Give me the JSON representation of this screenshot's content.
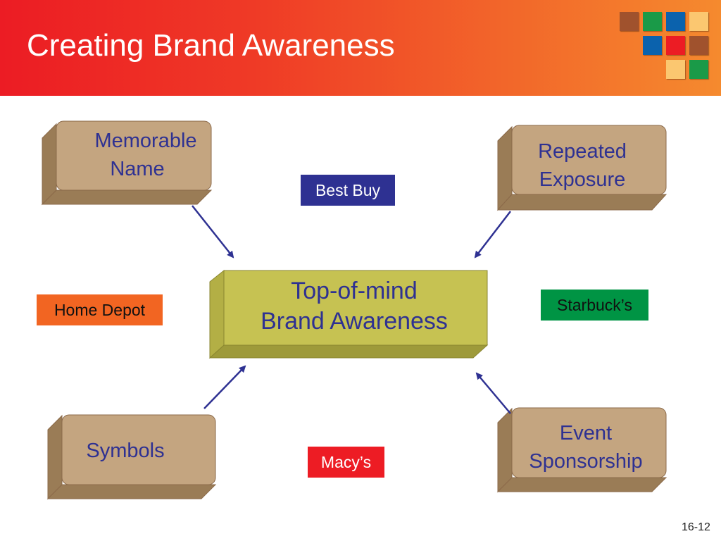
{
  "slide": {
    "title": "Creating Brand Awareness",
    "page_number": "16-12"
  },
  "colors": {
    "header_start": "#ec1c24",
    "header_end": "#f58a2e",
    "box_fill": "#c4a580",
    "box_border": "#8b6a4a",
    "center_fill": "#c6c252",
    "label_text": "#2e3192",
    "arrow": "#2e3192"
  },
  "decor_squares": [
    "#a0522d",
    "#1a9a48",
    "#0b62ad",
    "#fbc770",
    "#0b62ad",
    "#ec1c24",
    "#a0522d",
    "#fbc770",
    "#1a9a48"
  ],
  "center": {
    "line1": "Top-of-mind",
    "line2": "Brand Awareness"
  },
  "factors": [
    {
      "line1": "Memorable",
      "line2": "Name"
    },
    {
      "line1": "Repeated",
      "line2": "Exposure"
    },
    {
      "line1": "Symbols",
      "line2": ""
    },
    {
      "line1": "Event",
      "line2": "Sponsorship"
    }
  ],
  "examples": [
    {
      "label": "Best Buy",
      "bg": "#2e3192",
      "color": "#ffffff"
    },
    {
      "label": "Home Depot",
      "bg": "#f26522",
      "color": "#111111"
    },
    {
      "label": "Starbuck’s",
      "bg": "#009444",
      "color": "#111111"
    },
    {
      "label": "Macy’s",
      "bg": "#ed1c24",
      "color": "#ffffff"
    }
  ]
}
